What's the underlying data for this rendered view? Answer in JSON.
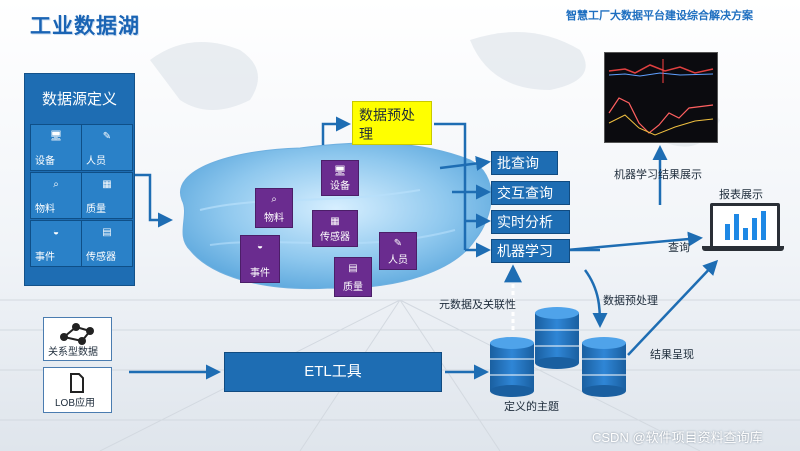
{
  "header": {
    "title": "工业数据湖",
    "subtitle": "智慧工厂大数据平台建设综合解决方案"
  },
  "source_panel": {
    "title": "数据源定义",
    "items": [
      {
        "label": "设备",
        "icon": "device-icon"
      },
      {
        "label": "人员",
        "icon": "person-icon"
      },
      {
        "label": "物料",
        "icon": "material-icon"
      },
      {
        "label": "质量",
        "icon": "quality-icon"
      },
      {
        "label": "事件",
        "icon": "event-icon"
      },
      {
        "label": "传感器",
        "icon": "sensor-icon"
      }
    ]
  },
  "lake": {
    "items": [
      {
        "label": "设备",
        "icon": "device-icon"
      },
      {
        "label": "物料",
        "icon": "material-icon"
      },
      {
        "label": "传感器",
        "icon": "sensor-icon"
      },
      {
        "label": "事件",
        "icon": "event-icon"
      },
      {
        "label": "人员",
        "icon": "person-icon"
      },
      {
        "label": "质量",
        "icon": "quality-icon"
      }
    ]
  },
  "preprocess": {
    "label": "数据预处理"
  },
  "functions": [
    {
      "label": "批查询"
    },
    {
      "label": "交互查询"
    },
    {
      "label": "实时分析"
    },
    {
      "label": "机器学习"
    }
  ],
  "relational": {
    "label": "关系型数据"
  },
  "lob": {
    "label": "LOB应用"
  },
  "etl": {
    "label": "ETL工具"
  },
  "labels": {
    "ml_result": "机器学习结果展示",
    "report": "报表展示",
    "query": "查询",
    "metadata": "元数据及关联性",
    "data_preprocess": "数据预处理",
    "result_present": "结果呈现",
    "defined_subject": "定义的主题"
  },
  "watermark": "CSDN @软件项目资料查询库",
  "colors": {
    "primary_blue": "#1e6db3",
    "highlight_yellow": "#ffff00",
    "lake_purple": "#6a2c8f"
  }
}
